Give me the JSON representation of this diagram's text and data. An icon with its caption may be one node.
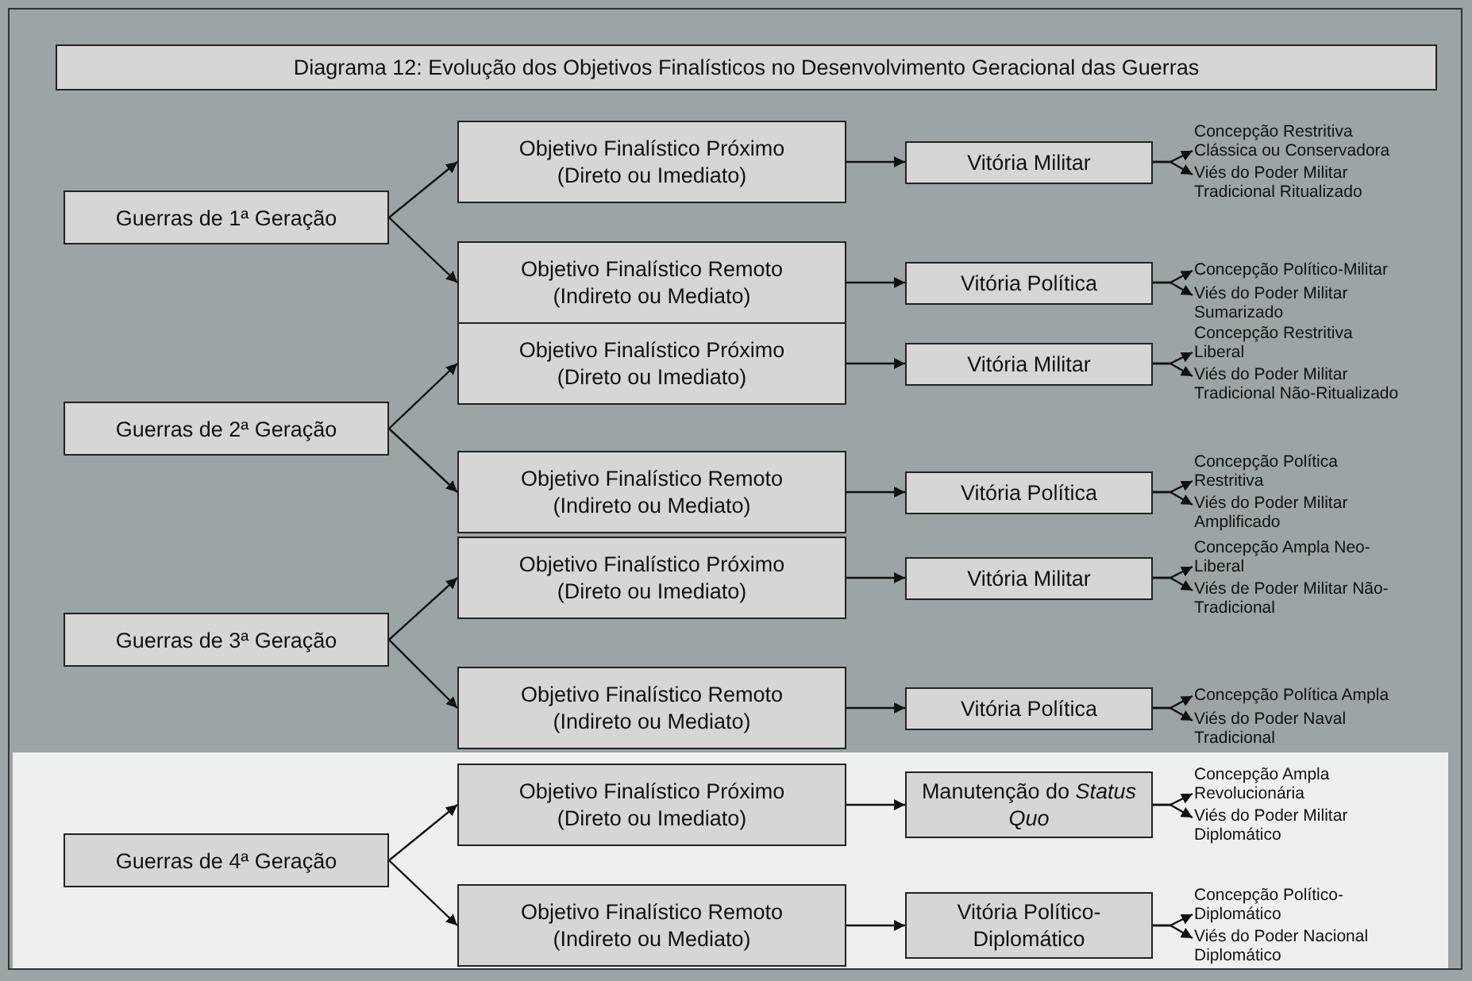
{
  "diagram": {
    "title": "Diagrama 12: Evolução dos Objetivos Finalísticos no Desenvolvimento Geracional das Guerras",
    "nodes": [
      {
        "text": [
          "Guerras de 1ª Geração"
        ]
      },
      {
        "text": [
          "Objetivo Finalístico Próximo (Direto ou Imediato)"
        ]
      },
      {
        "text": [
          "Objetivo Finalístico Remoto (Indireto ou Mediato)"
        ]
      },
      {
        "text": [
          "Vitória Militar"
        ]
      },
      {
        "text": [
          "Vitória Política"
        ]
      },
      {
        "text": [
          "Concepção Restritiva Clássica ou Conservadora"
        ]
      },
      {
        "text": [
          "Viés do Poder Militar Tradicional Ritualizado"
        ]
      },
      {
        "text": [
          "Concepção Político-Militar"
        ]
      },
      {
        "text": [
          "Viés do Poder Militar Sumarizado"
        ]
      },
      {
        "text": [
          "Guerras de 2ª Geração"
        ]
      },
      {
        "text": [
          "Objetivo Finalístico Próximo (Direto ou Imediato)"
        ]
      },
      {
        "text": [
          "Objetivo Finalístico Remoto (Indireto ou Mediato)"
        ]
      },
      {
        "text": [
          "Vitória Militar"
        ]
      },
      {
        "text": [
          "Vitória Política"
        ]
      },
      {
        "text": [
          "Concepção Restritiva Liberal"
        ]
      },
      {
        "text": [
          "Viés do Poder Militar Tradicional Não-Ritualizado"
        ]
      },
      {
        "text": [
          "Concepção Política Restritiva"
        ]
      },
      {
        "text": [
          "Viés do Poder Militar Amplificado"
        ]
      },
      {
        "text": [
          "Guerras de 3ª Geração"
        ]
      },
      {
        "text": [
          "Objetivo Finalístico Próximo (Direto ou Imediato)"
        ]
      },
      {
        "text": [
          "Objetivo Finalístico Remoto (Indireto ou Mediato)"
        ]
      },
      {
        "text": [
          "Vitória Militar"
        ]
      },
      {
        "text": [
          "Vitória Política"
        ]
      },
      {
        "text": [
          "Concepção Ampla Neo-Liberal"
        ]
      },
      {
        "text": [
          "Viés de Poder Militar Não-Tradicional"
        ]
      },
      {
        "text": [
          "Concepção Política Ampla"
        ]
      },
      {
        "text": [
          "Viés do Poder Naval Tradicional"
        ]
      },
      {
        "text": [],
        "shape": "box"
      },
      {
        "text": [
          "Guerras de 4ª Geração"
        ],
        "in": 27
      },
      {
        "text": [
          "Objetivo Finalístico Próximo (Direto ou Imediato)"
        ],
        "in": 27
      },
      {
        "text": [
          "Objetivo Finalístico Remoto (Indireto ou Mediato)"
        ],
        "in": 27
      },
      {
        "text": [
          "Manutenção do *Status Quo*"
        ],
        "in": 27
      },
      {
        "text": [
          "Vitória Político-Diplomático"
        ],
        "in": 27
      },
      {
        "text": [
          "Concepção Ampla Revolucionária"
        ],
        "in": 27
      },
      {
        "text": [
          "Viés do Poder Militar Diplomático"
        ],
        "in": 27
      },
      {
        "text": [
          "Concepção Político-Diplomático"
        ],
        "in": 27
      },
      {
        "text": [
          "Viés do Poder Nacional Diplomático"
        ],
        "in": 27
      }
    ],
    "edges": [
      {
        "from": 0,
        "to": 1,
        "arrow": "to"
      },
      {
        "from": 0,
        "to": 2,
        "arrow": "to"
      },
      {
        "from": 1,
        "to": 3,
        "arrow": "to"
      },
      {
        "from": 2,
        "to": 4,
        "arrow": "to"
      },
      {
        "from": 3,
        "to": 5,
        "arrow": "to"
      },
      {
        "from": 3,
        "to": 6,
        "arrow": "to"
      },
      {
        "from": 4,
        "to": 7,
        "arrow": "to"
      },
      {
        "from": 4,
        "to": 8,
        "arrow": "to"
      },
      {
        "from": 9,
        "to": 10,
        "arrow": "to"
      },
      {
        "from": 9,
        "to": 11,
        "arrow": "to"
      },
      {
        "from": 10,
        "to": 12,
        "arrow": "to"
      },
      {
        "from": 11,
        "to": 13,
        "arrow": "to"
      },
      {
        "from": 12,
        "to": 14,
        "arrow": "to"
      },
      {
        "from": 12,
        "to": 15,
        "arrow": "to"
      },
      {
        "from": 13,
        "to": 16,
        "arrow": "to"
      },
      {
        "from": 13,
        "to": 17,
        "arrow": "to"
      },
      {
        "from": 18,
        "to": 19,
        "arrow": "to"
      },
      {
        "from": 18,
        "to": 20,
        "arrow": "to"
      },
      {
        "from": 19,
        "to": 21,
        "arrow": "to"
      },
      {
        "from": 20,
        "to": 22,
        "arrow": "to"
      },
      {
        "from": 21,
        "to": 23,
        "arrow": "to"
      },
      {
        "from": 21,
        "to": 24,
        "arrow": "to"
      },
      {
        "from": 22,
        "to": 25,
        "arrow": "to"
      },
      {
        "from": 22,
        "to": 26,
        "arrow": "to"
      },
      {
        "from": 28,
        "to": 29,
        "arrow": "to"
      },
      {
        "from": 28,
        "to": 30,
        "arrow": "to"
      },
      {
        "from": 29,
        "to": 31,
        "arrow": "to"
      },
      {
        "from": 30,
        "to": 32,
        "arrow": "to"
      },
      {
        "from": 31,
        "to": 33,
        "arrow": "to"
      },
      {
        "from": 31,
        "to": 34,
        "arrow": "to"
      },
      {
        "from": 32,
        "to": 35,
        "arrow": "to"
      },
      {
        "from": 32,
        "to": 36,
        "arrow": "to"
      }
    ]
  }
}
